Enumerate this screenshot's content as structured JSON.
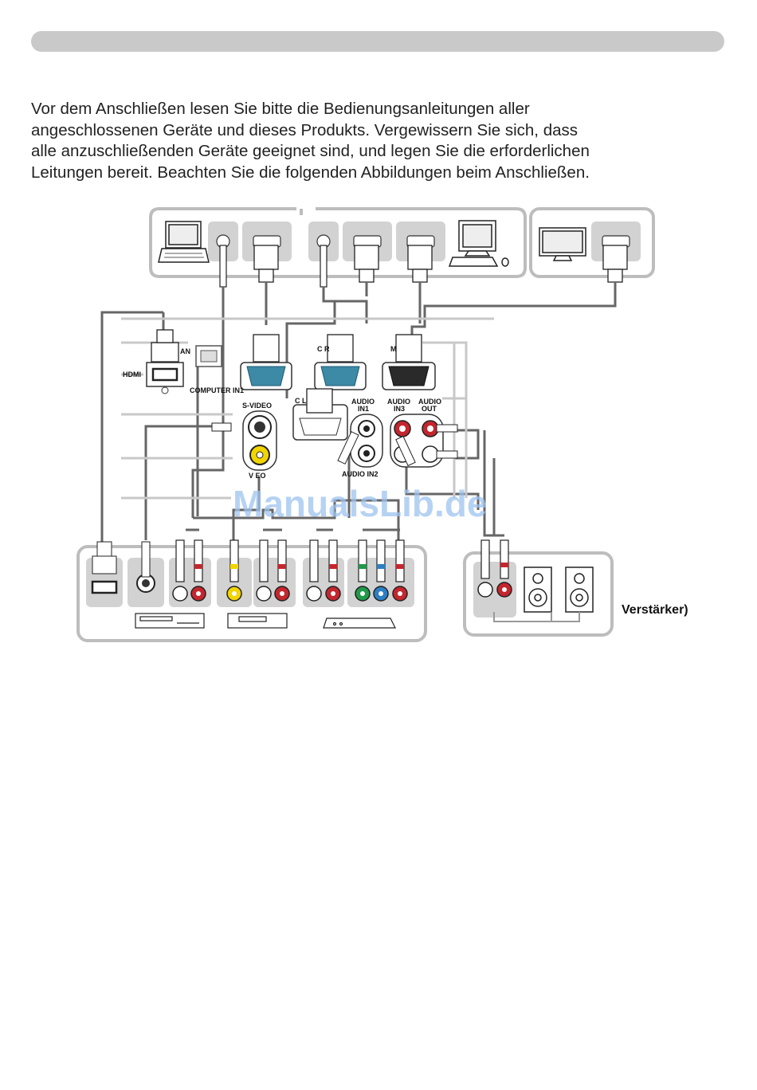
{
  "intro_lines": [
    "Vor dem Anschließen lesen Sie bitte die Bedienungsanleitungen aller",
    "angeschlossenen Geräte und dieses Produkts. Vergewissern Sie sich, dass",
    "alle anzuschließenden Geräte geeignet sind, und legen Sie die erforderlichen",
    "Leitungen bereit. Beachten Sie die folgenden Abbildungen beim Anschließen."
  ],
  "port_labels": {
    "lan": "AN",
    "hdmi": "HDMI",
    "computer_in1": "COMPUTER IN1",
    "computer_in2": "C          R",
    "monitor_out": "M",
    "control": "C          L",
    "s_video": "S-VIDEO",
    "video": "V   EO",
    "audio_in1_a": "AUDIO",
    "audio_in1_b": "IN1",
    "audio_in3_a": "AUDIO",
    "audio_in3_b": "IN3",
    "audio_out_a": "AUDIO",
    "audio_out_b": "OUT",
    "audio_in2": "AUDIO IN2"
  },
  "amplifier_label": "Verstärker)",
  "watermark": "ManualsLib.de",
  "colors": {
    "outline": "#bdbdbd",
    "port_bg": "#d2d2d2",
    "cable": "#666666",
    "vga_blue": "#3d8aa6",
    "vga_black": "#2a2a2a",
    "rca_red": "#c4262e",
    "rca_yellow": "#f2d500",
    "rca_green": "#1f9a4a",
    "rca_blue": "#2b7fc4",
    "watermark": "#9ec3ef"
  }
}
